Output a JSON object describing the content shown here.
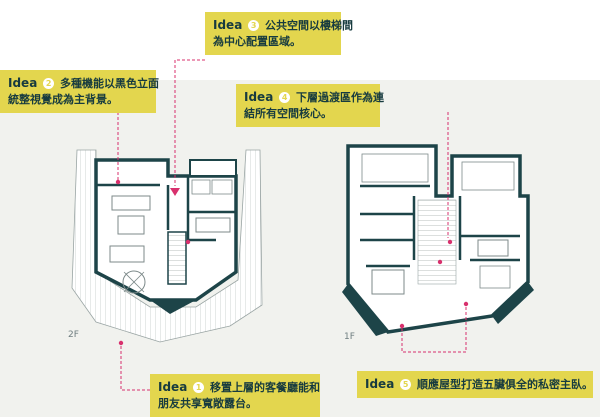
{
  "callouts": [
    {
      "id": "idea-2",
      "word": "Idea",
      "num": "2",
      "line1": "多種機能以黑色立面",
      "line2": "統整視覺成為主背景。"
    },
    {
      "id": "idea-3",
      "word": "Idea",
      "num": "3",
      "line1": "公共空間以樓梯間",
      "line2": "為中心配置區域。"
    },
    {
      "id": "idea-4",
      "word": "Idea",
      "num": "4",
      "line1": "下層過渡區作為連",
      "line2": "結所有空間核心。"
    },
    {
      "id": "idea-1",
      "word": "Idea",
      "num": "1",
      "line1": "移置上層的客餐廳能和",
      "line2": "朋友共享寬敞露台。"
    },
    {
      "id": "idea-5",
      "word": "Idea",
      "num": "5",
      "line1": "順應屋型打造五臟俱全的私密主臥。",
      "line2": ""
    }
  ],
  "floors": {
    "upper": "2F",
    "lower": "1F"
  },
  "colors": {
    "callout_bg": "#e3d64e",
    "callout_text": "#173b3f",
    "wall": "#1d4448",
    "leader": "#d8306d",
    "band": "#f1f2ee"
  }
}
